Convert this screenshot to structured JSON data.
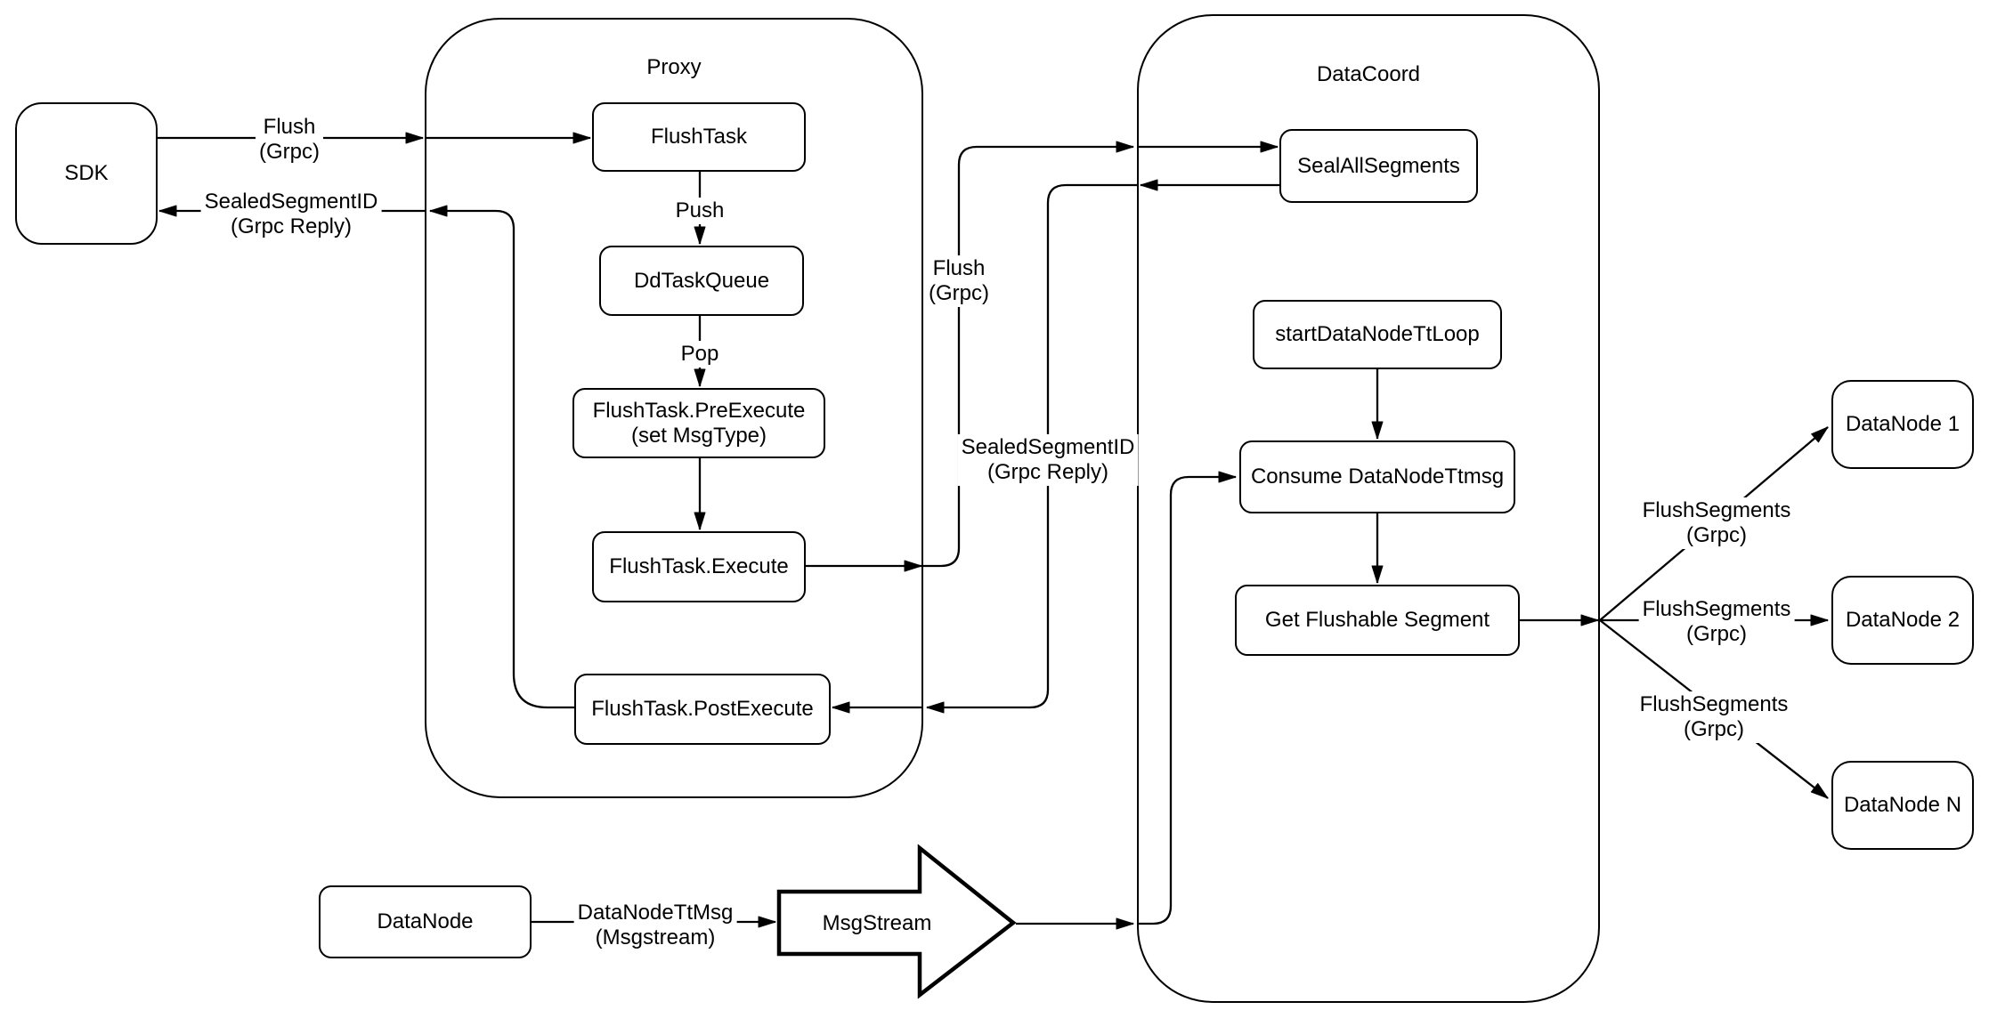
{
  "diagram": {
    "containers": {
      "proxy": {
        "title": "Proxy"
      },
      "datacoord": {
        "title": "DataCoord"
      }
    },
    "nodes": {
      "sdk": "SDK",
      "flush_task": "FlushTask",
      "dd_task_queue": "DdTaskQueue",
      "pre_execute_line1": "FlushTask.PreExecute",
      "pre_execute_line2": "(set MsgType)",
      "execute": "FlushTask.Execute",
      "post_execute": "FlushTask.PostExecute",
      "seal_all_segments": "SealAllSegments",
      "start_datanode_tt_loop": "startDataNodeTtLoop",
      "consume_datanode_ttmsg": "Consume DataNodeTtmsg",
      "get_flushable_segment": "Get Flushable Segment",
      "datanode_1": "DataNode 1",
      "datanode_2": "DataNode 2",
      "datanode_n": "DataNode N",
      "datanode_bottom": "DataNode",
      "msgstream": "MsgStream"
    },
    "edge_labels": {
      "flush_sdk_line1": "Flush",
      "flush_sdk_line2": "(Grpc)",
      "sealed_sdk_line1": "SealedSegmentID",
      "sealed_sdk_line2": "(Grpc Reply)",
      "push": "Push",
      "pop": "Pop",
      "flush_dc_line1": "Flush",
      "flush_dc_line2": "(Grpc)",
      "sealed_dc_line1": "SealedSegmentID",
      "sealed_dc_line2": "(Grpc Reply)",
      "flush_segments_1_line1": "FlushSegments",
      "flush_segments_1_line2": "(Grpc)",
      "flush_segments_2_line1": "FlushSegments",
      "flush_segments_2_line2": "(Grpc)",
      "flush_segments_n_line1": "FlushSegments",
      "flush_segments_n_line2": "(Grpc)",
      "datanode_ttmsg_line1": "DataNodeTtMsg",
      "datanode_ttmsg_line2": "(Msgstream)"
    },
    "colors": {
      "stroke": "#000000",
      "background": "#ffffff"
    }
  }
}
